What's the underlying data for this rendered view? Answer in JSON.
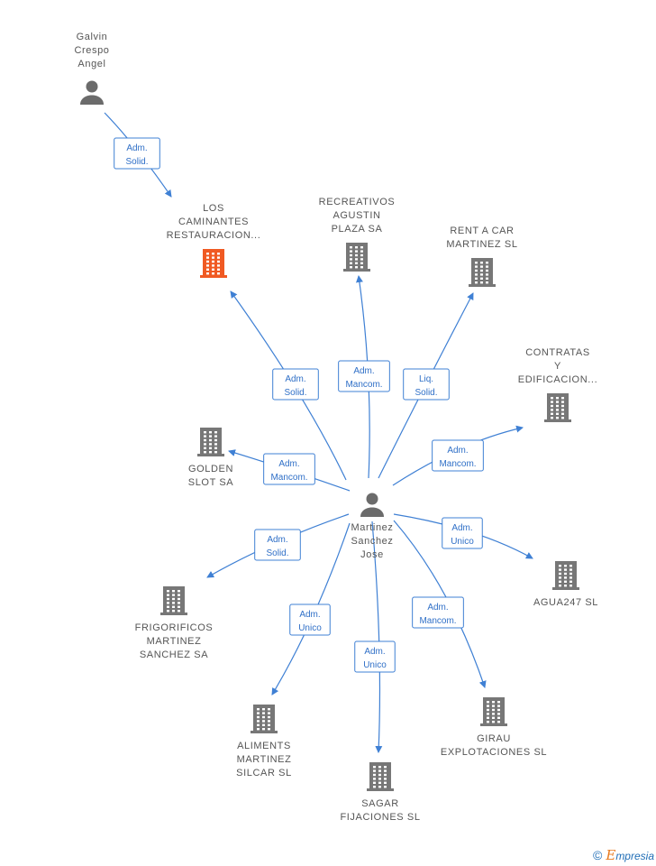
{
  "colors": {
    "edge": "#3f80d4",
    "company": "#777777",
    "highlight": "#f05a23",
    "person": "#6b6b6b"
  },
  "nodes": [
    {
      "id": "galvin",
      "kind": "person",
      "icon": "person-icon",
      "label": [
        "Galvin",
        "Crespo",
        "Angel"
      ]
    },
    {
      "id": "martinez",
      "kind": "person",
      "icon": "person-icon",
      "label": [
        "Martinez",
        "Sanchez",
        "Jose"
      ]
    },
    {
      "id": "caminantes",
      "kind": "company",
      "highlight": true,
      "icon": "building-icon",
      "label": [
        "LOS",
        "CAMINANTES",
        "RESTAURACION..."
      ]
    },
    {
      "id": "recreativos",
      "kind": "company",
      "icon": "building-icon",
      "label": [
        "RECREATIVOS",
        "AGUSTIN",
        "PLAZA SA"
      ]
    },
    {
      "id": "rentacar",
      "kind": "company",
      "icon": "building-icon",
      "label": [
        "RENT A CAR",
        "MARTINEZ  SL"
      ]
    },
    {
      "id": "contratas",
      "kind": "company",
      "icon": "building-icon",
      "label": [
        "CONTRATAS",
        "Y",
        "EDIFICACION..."
      ]
    },
    {
      "id": "golden",
      "kind": "company",
      "icon": "building-icon",
      "label": [
        "GOLDEN",
        "SLOT SA"
      ]
    },
    {
      "id": "agua247",
      "kind": "company",
      "icon": "building-icon",
      "label": [
        "AGUA247  SL"
      ]
    },
    {
      "id": "frigorificos",
      "kind": "company",
      "icon": "building-icon",
      "label": [
        "FRIGORIFICOS",
        "MARTINEZ",
        "SANCHEZ SA"
      ]
    },
    {
      "id": "aliments",
      "kind": "company",
      "icon": "building-icon",
      "label": [
        "ALIMENTS",
        "MARTINEZ",
        "SILCAR SL"
      ]
    },
    {
      "id": "sagar",
      "kind": "company",
      "icon": "building-icon",
      "label": [
        "SAGAR",
        "FIJACIONES SL"
      ]
    },
    {
      "id": "girau",
      "kind": "company",
      "icon": "building-icon",
      "label": [
        "GIRAU",
        "EXPLOTACIONES SL"
      ]
    }
  ],
  "edges": [
    {
      "from": "galvin",
      "to": "caminantes",
      "role": [
        "Adm.",
        "Solid."
      ]
    },
    {
      "from": "martinez",
      "to": "caminantes",
      "role": [
        "Adm.",
        "Solid."
      ]
    },
    {
      "from": "martinez",
      "to": "recreativos",
      "role": [
        "Adm.",
        "Mancom."
      ]
    },
    {
      "from": "martinez",
      "to": "rentacar",
      "role": [
        "Liq.",
        "Solid."
      ]
    },
    {
      "from": "martinez",
      "to": "contratas",
      "role": [
        "Adm.",
        "Mancom."
      ]
    },
    {
      "from": "martinez",
      "to": "golden",
      "role": [
        "Adm.",
        "Mancom."
      ]
    },
    {
      "from": "martinez",
      "to": "agua247",
      "role": [
        "Adm.",
        "Unico"
      ]
    },
    {
      "from": "martinez",
      "to": "frigorificos",
      "role": [
        "Adm.",
        "Solid."
      ]
    },
    {
      "from": "martinez",
      "to": "aliments",
      "role": [
        "Adm.",
        "Unico"
      ]
    },
    {
      "from": "martinez",
      "to": "sagar",
      "role": [
        "Adm.",
        "Unico"
      ]
    },
    {
      "from": "martinez",
      "to": "girau",
      "role": [
        "Adm.",
        "Mancom."
      ]
    }
  ],
  "footer": {
    "copyright_symbol": "©",
    "brand_first": "E",
    "brand_rest": "mpresia"
  }
}
